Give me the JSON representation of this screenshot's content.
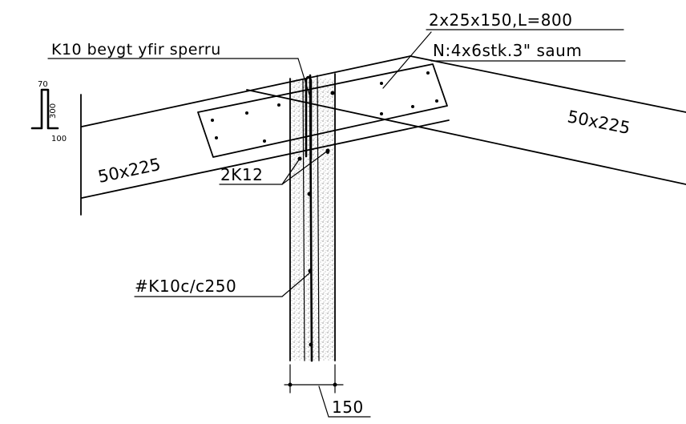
{
  "labels": {
    "bent_bar": "K10 beygt yfir sperru",
    "plate_dims": "2x25x150,L=800",
    "nails": "N:4x6stk.3\" saum",
    "rafter_left": "50x225",
    "rafter_right": "50x225",
    "bars": "2K12",
    "stirrups": "#K10c/c250",
    "column_width": "150"
  },
  "bar_shape": {
    "top": "70",
    "height": "300",
    "bottom": "100"
  }
}
